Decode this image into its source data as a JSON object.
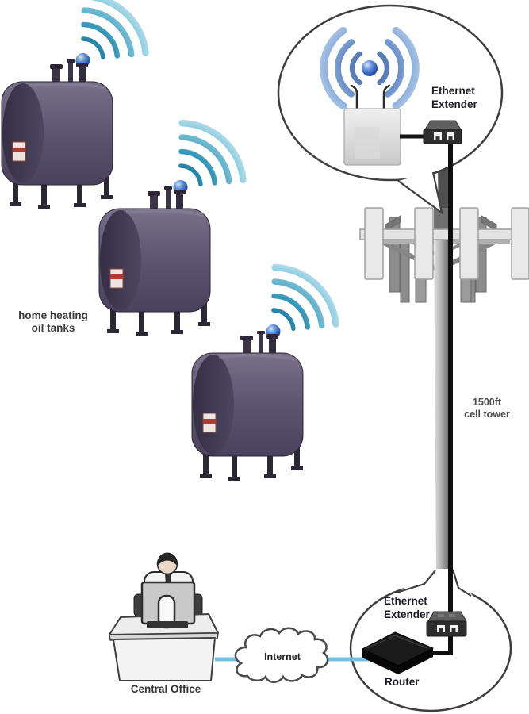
{
  "scene": {
    "tanks_label": {
      "line1": "home heating",
      "line2": "oil tanks"
    },
    "tower_label": {
      "line1": "1500ft",
      "line2": "cell tower"
    },
    "top_bubble": {
      "extender_label": {
        "line1": "Ethernet",
        "line2": "Extender"
      }
    },
    "bottom_bubble": {
      "extender_label": {
        "line1": "Ethernet",
        "line2": "Extender"
      },
      "router_label": "Router"
    },
    "internet_label": "Internet",
    "central_office_label": "Central Office",
    "colors": {
      "tank_body": "#5a5266",
      "wifi_teal": "#2e93b6",
      "wifi_blue": "#6f94cc",
      "internet_line": "#74c0de",
      "cable": "#111111",
      "bubble_outline": "#3f3f3f"
    }
  }
}
